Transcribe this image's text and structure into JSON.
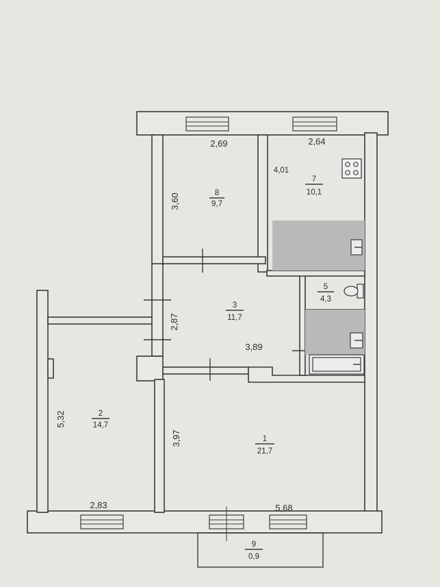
{
  "rooms": [
    {
      "id": "r1",
      "number": "1",
      "area": "21,7"
    },
    {
      "id": "r2",
      "number": "2",
      "area": "14,7"
    },
    {
      "id": "r3",
      "number": "3",
      "area": "11,7"
    },
    {
      "id": "r5",
      "number": "5",
      "area": "4,3"
    },
    {
      "id": "r7",
      "number": "7",
      "area": "10,1"
    },
    {
      "id": "r8",
      "number": "8",
      "area": "9,7"
    },
    {
      "id": "r9",
      "number": "9",
      "area": "0,9"
    }
  ],
  "dimensions": {
    "top_left": "2,69",
    "top_right": "2,64",
    "kitchen_inner": "4,01",
    "room8_height": "3,60",
    "hall_height": "2,87",
    "hall_width": "3,89",
    "room2_height": "5,32",
    "room1_height": "3,97",
    "bottom_left": "2,83",
    "bottom_right": "5,68"
  }
}
